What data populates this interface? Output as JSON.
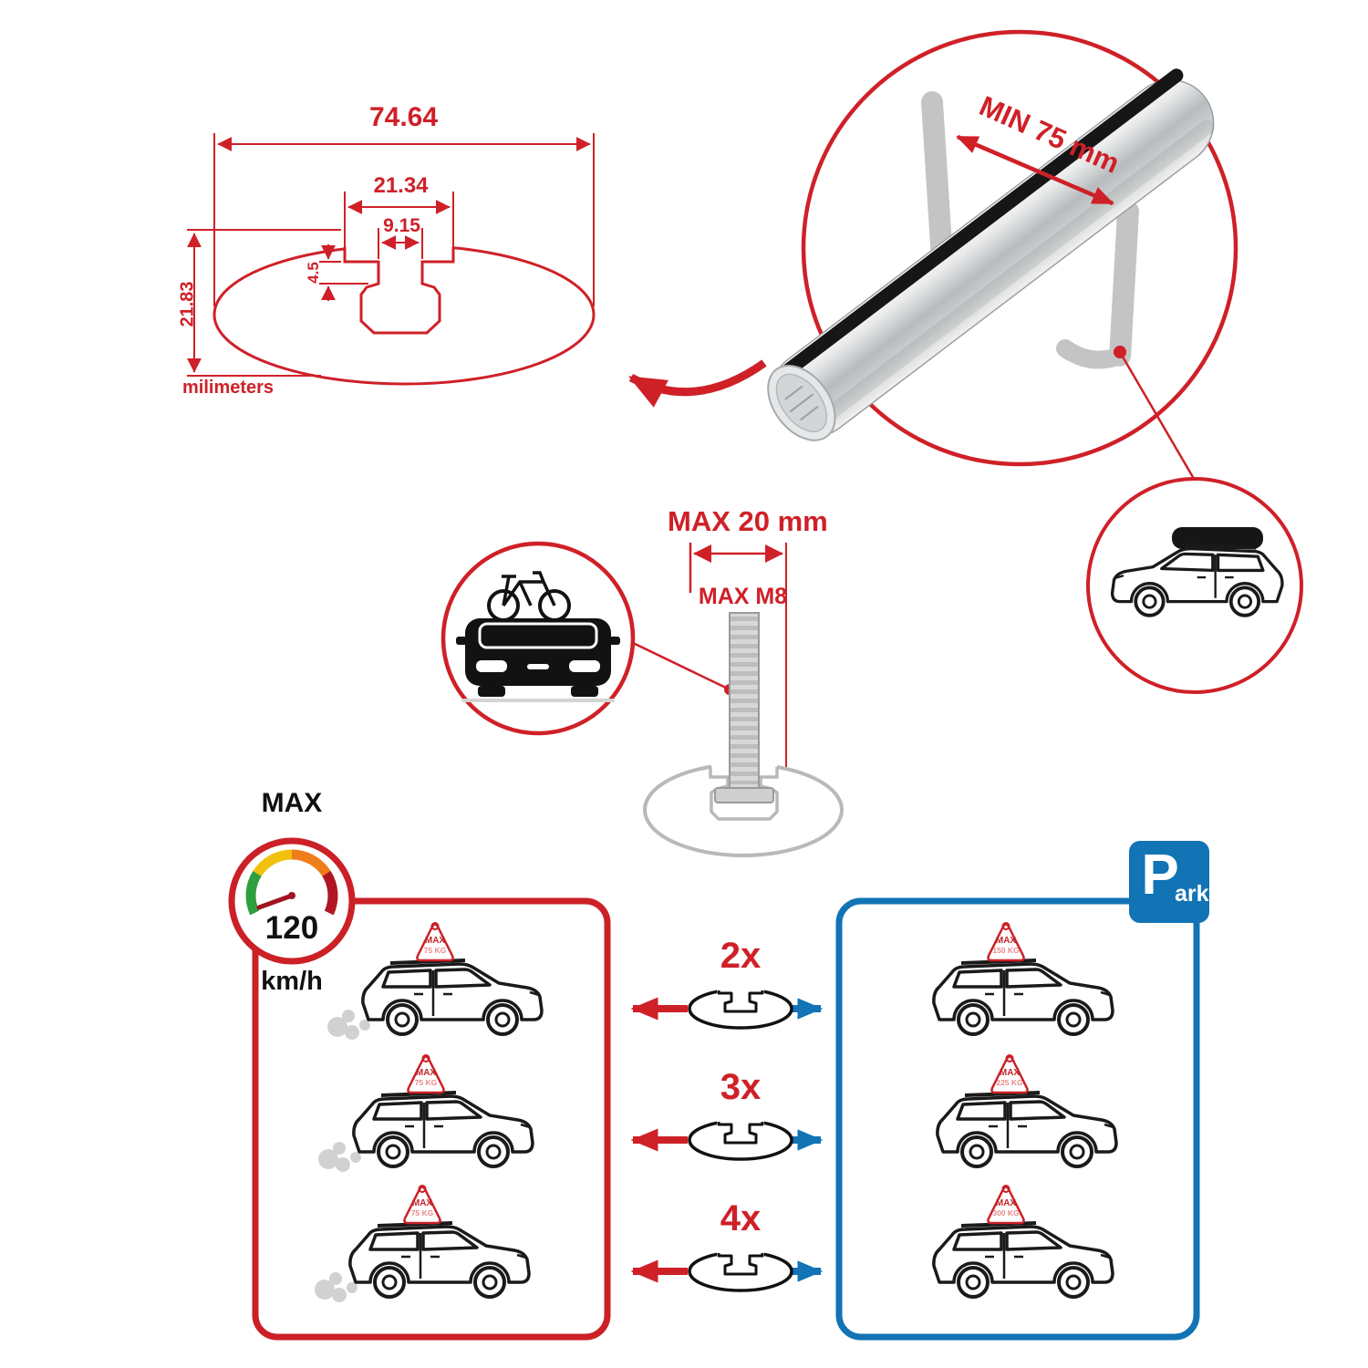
{
  "colors": {
    "red": "#cf2028",
    "blue": "#1273b5",
    "gray": "#b9b9b9"
  },
  "cross_section": {
    "overall_width": "74.64",
    "opening_width": "21.34",
    "slot_width": "9.15",
    "lip_depth": "4.5",
    "height": "21.83",
    "units_label": "milimeters"
  },
  "clamp_view": {
    "min_span_label": "MIN 75 mm"
  },
  "bolt_view": {
    "max_width_label": "MAX 20 mm",
    "max_thread_label": "MAX M8"
  },
  "speed_limit": {
    "title": "MAX",
    "value": "120",
    "unit": "km/h"
  },
  "parking_sign": {
    "big_letter": "P",
    "small_text": "ark"
  },
  "rows": [
    {
      "multiplier": "2x",
      "driving_sign": {
        "line1": "MAX",
        "line2": "75 KG"
      },
      "parked_sign": {
        "line1": "MAX",
        "line2": "150 KG"
      }
    },
    {
      "multiplier": "3x",
      "driving_sign": {
        "line1": "MAX",
        "line2": "75 KG"
      },
      "parked_sign": {
        "line1": "MAX",
        "line2": "225 KG"
      }
    },
    {
      "multiplier": "4x",
      "driving_sign": {
        "line1": "MAX",
        "line2": "75 KG"
      },
      "parked_sign": {
        "line1": "MAX",
        "line2": "300 KG"
      }
    }
  ]
}
